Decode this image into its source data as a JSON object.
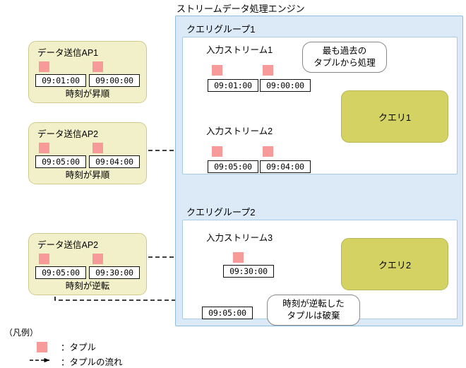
{
  "engine": {
    "title": "ストリームデータ処理エンジン",
    "border_color": "#8fbfe0",
    "fill_color": "#dceaf7"
  },
  "query_groups": [
    {
      "label": "クエリグループ1"
    },
    {
      "label": "クエリグループ2"
    }
  ],
  "senders": [
    {
      "title": "データ送信AP1",
      "note": "時刻が昇順",
      "tuples": [
        {
          "timestamp": "09:01:00"
        },
        {
          "timestamp": "09:00:00"
        }
      ]
    },
    {
      "title": "データ送信AP2",
      "note": "時刻が昇順",
      "tuples": [
        {
          "timestamp": "09:05:00"
        },
        {
          "timestamp": "09:04:00"
        }
      ]
    },
    {
      "title": "データ送信AP2",
      "note": "時刻が逆転",
      "tuples": [
        {
          "timestamp": "09:05:00"
        },
        {
          "timestamp": "09:30:00"
        }
      ]
    }
  ],
  "streams": [
    {
      "name": "入力ストリーム1",
      "tuples": [
        {
          "timestamp": "09:01:00"
        },
        {
          "timestamp": "09:00:00"
        }
      ]
    },
    {
      "name": "入力ストリーム2",
      "tuples": [
        {
          "timestamp": "09:05:00"
        },
        {
          "timestamp": "09:04:00"
        }
      ]
    },
    {
      "name": "入力ストリーム3",
      "tuples": [
        {
          "timestamp": "09:30:00"
        }
      ],
      "discarded": {
        "timestamp": "09:05:00"
      }
    }
  ],
  "queries": [
    {
      "label": "クエリ1"
    },
    {
      "label": "クエリ2"
    }
  ],
  "callouts": {
    "oldest_line1": "最も過去の",
    "oldest_line2": "タプルから処理",
    "discard_line1": "時刻が逆転した",
    "discard_line2": "タプルは破棄"
  },
  "legend": {
    "title": "（凡例）",
    "tuple_label": "：タプル",
    "flow_label": "：タプルの流れ"
  },
  "colors": {
    "tuple": "#f79a9a",
    "sender_fill": "#f2f0c8",
    "query_fill": "#d3d262",
    "engine_fill": "#dceaf7",
    "discard_mark": "#e03030"
  }
}
